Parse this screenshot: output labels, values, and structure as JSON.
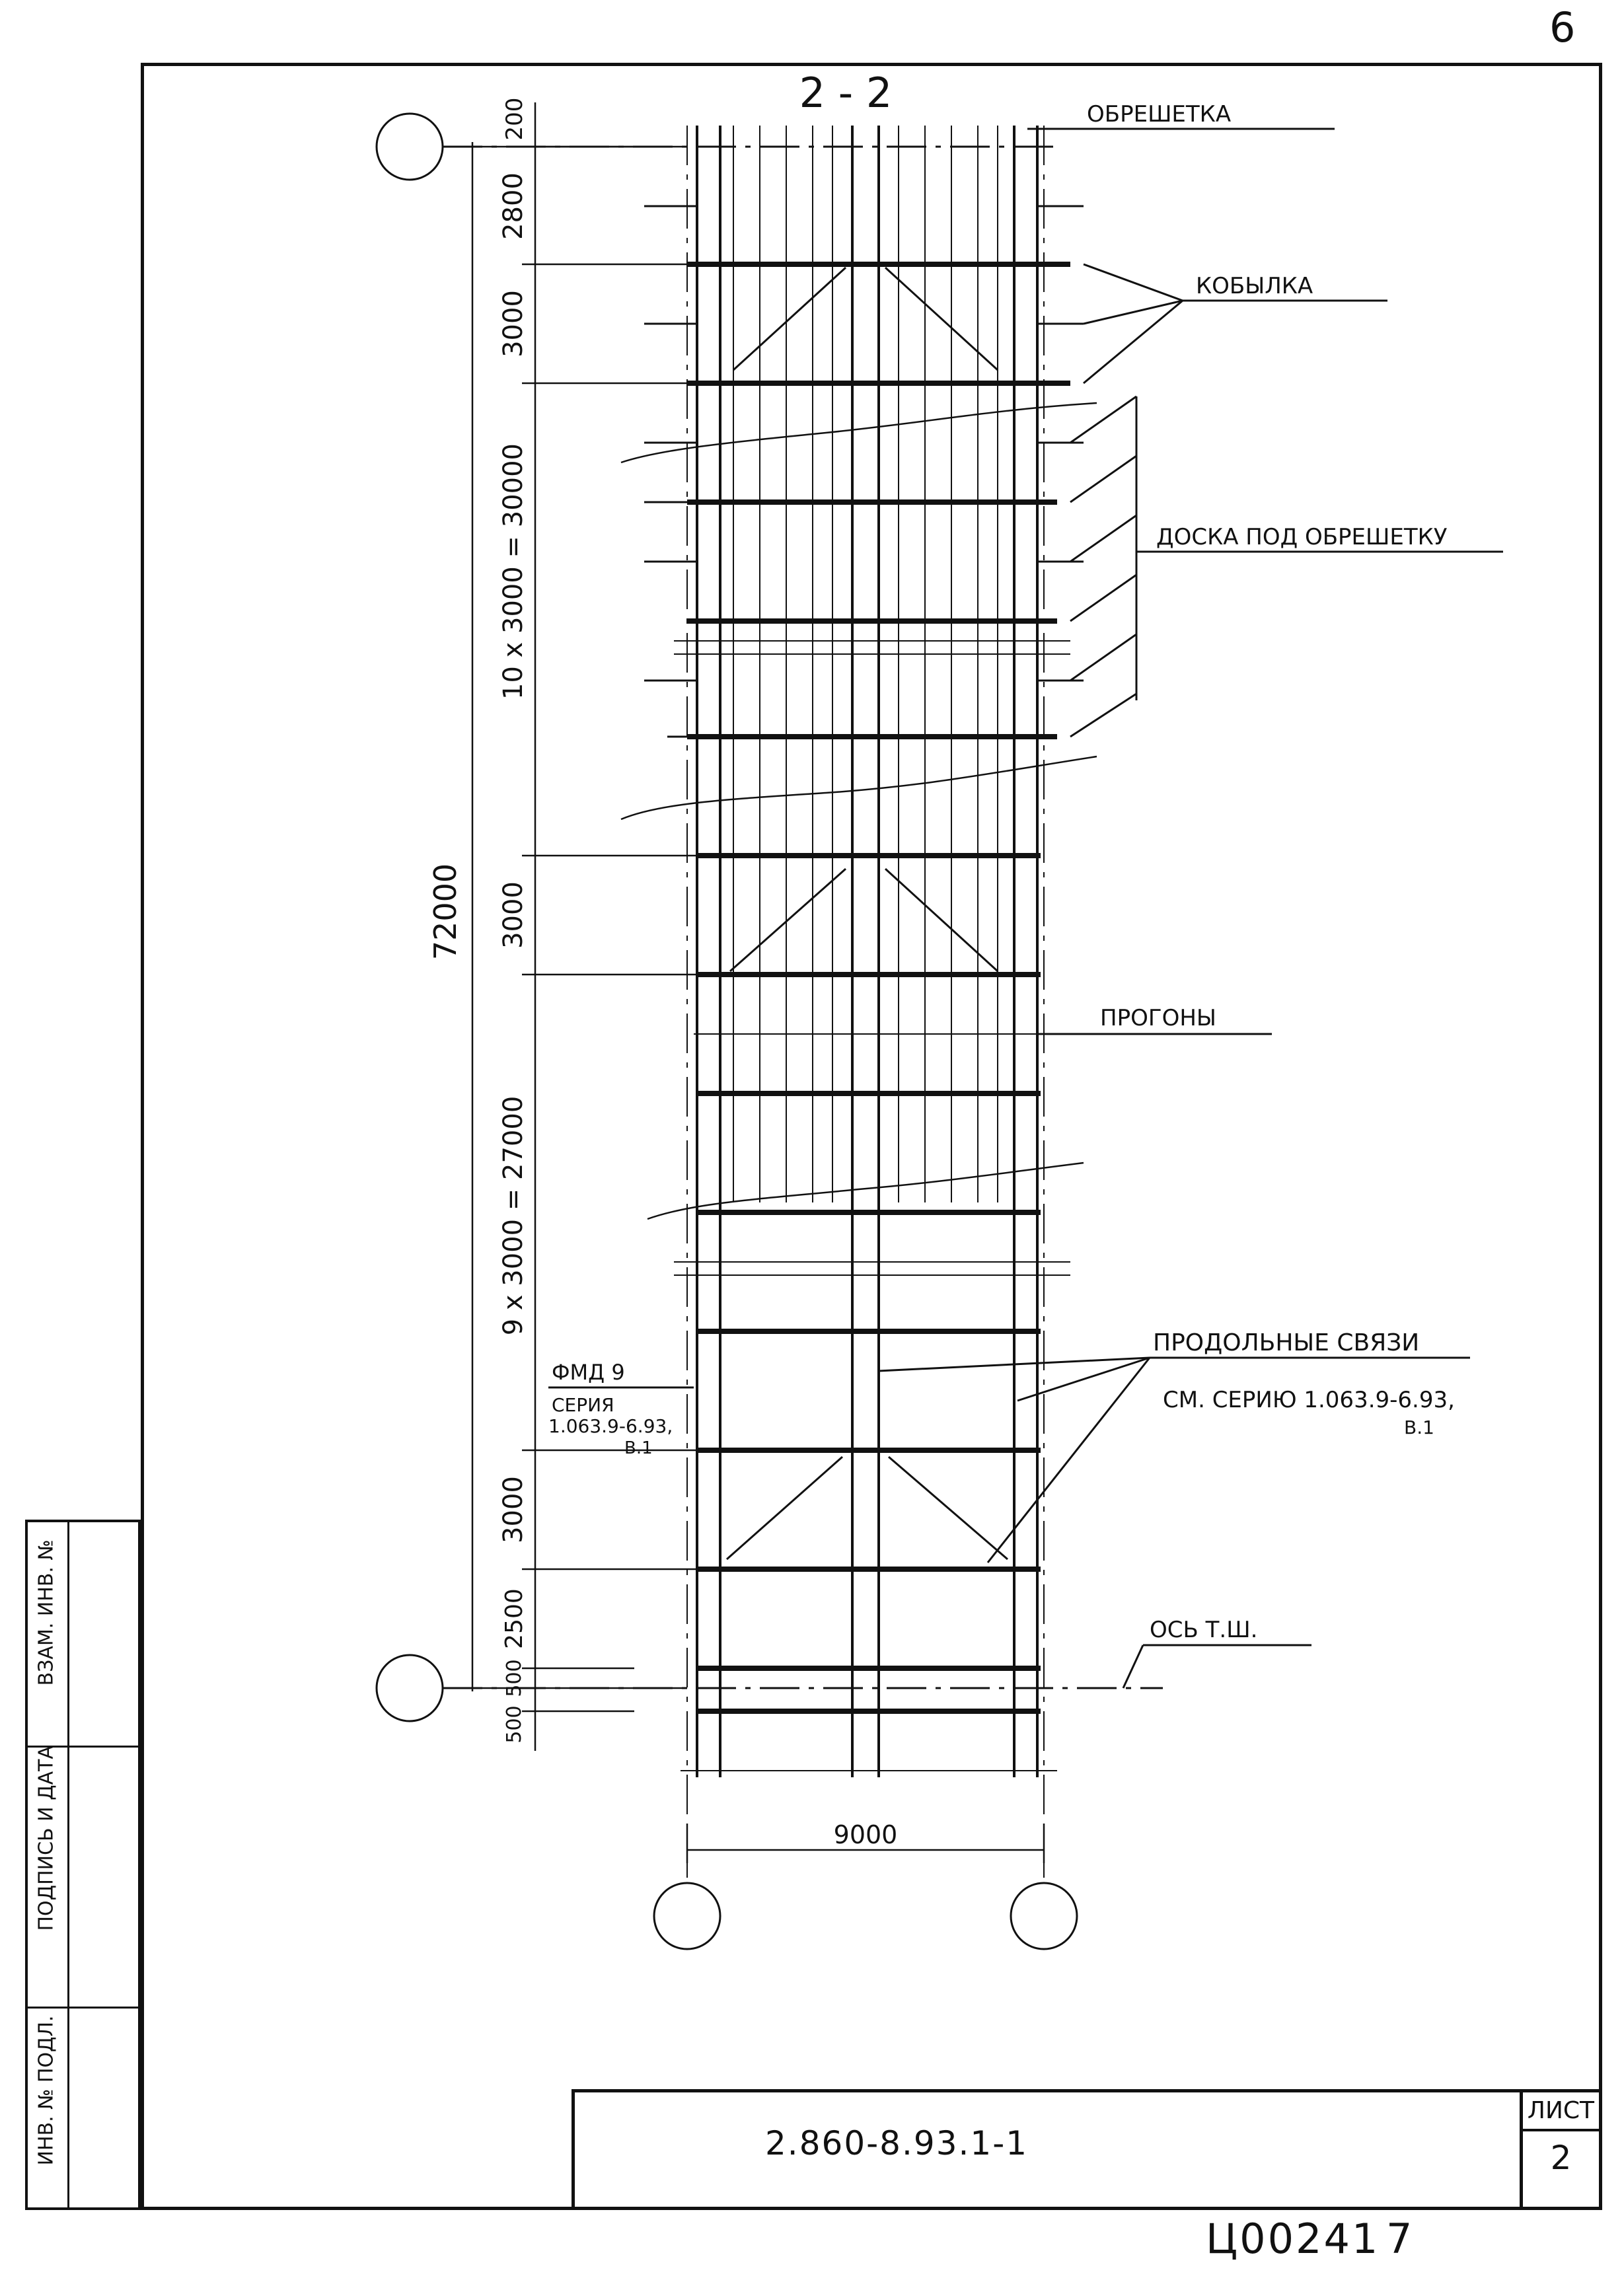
{
  "sheet_corner_number": "6",
  "section": {
    "title": "2 - 2"
  },
  "labels": {
    "obreshetka": "ОБРЕШЕТКА",
    "kobylka": "КОБЫЛКА",
    "doska": "ДОСКА ПОД ОБРЕШЕТКУ",
    "progony": "ПРОГОНЫ",
    "prodolnye": "ПРОДОЛЬНЫЕ СВЯЗИ",
    "prodolnye_ref": "СМ. СЕРИЮ 1.063.9-6.93,",
    "prodolnye_ref2": "В.1",
    "fmd_title": "ФМД 9",
    "fmd_line1": "СЕРИЯ",
    "fmd_line2": "1.063.9-6.93,",
    "fmd_line3": "В.1",
    "axis": "ОСЬ Т.Ш."
  },
  "dimensions": {
    "total": "72000",
    "d200": "200",
    "d2800": "2800",
    "d3000a": "3000",
    "d30000": "10 x 3000 = 30000",
    "d3000b": "3000",
    "d27000": "9 x 3000 = 27000",
    "d3000c": "3000",
    "d2500": "2500",
    "d500a": "500",
    "d500b": "500",
    "width": "9000"
  },
  "side_stamp": {
    "c1": "ИНВ. № ПОДЛ.",
    "c2": "ПОДПИСЬ И ДАТА",
    "c3": "ВЗАМ. ИНВ. №"
  },
  "title_block": {
    "code": "2.860-8.93.1-1",
    "sheet_label": "ЛИСТ",
    "sheet_no": "2"
  },
  "stamp_bottom": "Ц00241",
  "stamp_bottom_num": "7"
}
